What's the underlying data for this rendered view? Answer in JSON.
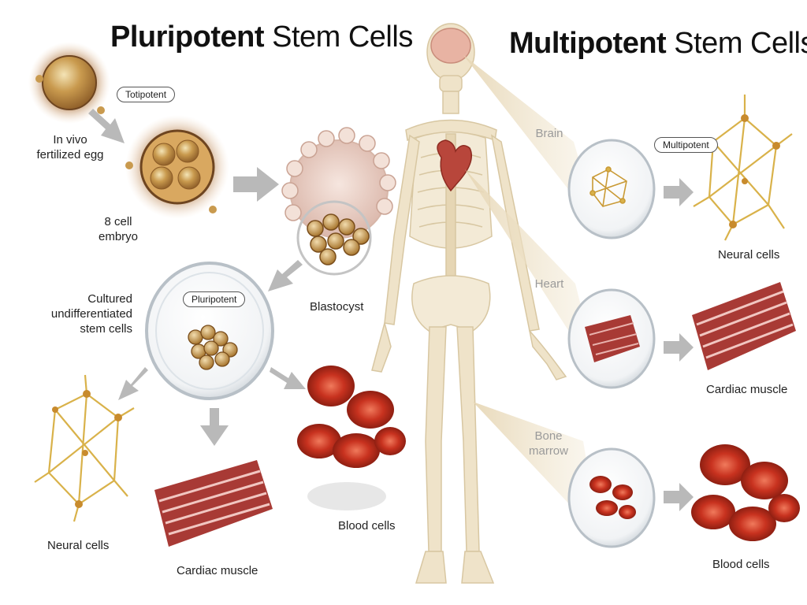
{
  "pluripotent": {
    "title_bold": "Pluripotent",
    "title_rest": "Stem Cells",
    "totipotent_tag": "Totipotent",
    "egg_label": [
      "In vivo",
      "fertilized egg"
    ],
    "embryo_label": [
      "8 cell",
      "embryo"
    ],
    "blastocyst_label": "Blastocyst",
    "cultured_label": [
      "Cultured",
      "undifferentiated",
      "stem cells"
    ],
    "pluripotent_tag": "Pluripotent",
    "neural_label": "Neural cells",
    "cardiac_label": "Cardiac muscle",
    "blood_label": "Blood cells"
  },
  "multipotent": {
    "title_bold": "Multipotent",
    "title_rest": "Stem Cells",
    "multipotent_tag": "Multipotent",
    "organs": {
      "brain": "Brain",
      "heart": "Heart",
      "marrow": [
        "Bone",
        "marrow"
      ]
    },
    "neural_label": "Neural cells",
    "cardiac_label": "Cardiac muscle",
    "blood_label": "Blood cells"
  },
  "colors": {
    "arrow": "#b9b9b9",
    "neural": "#d9b24a",
    "muscle": "#a83a35",
    "blood": "#c8321f",
    "skeleton": "#efe3c9",
    "dish_rim": "#cfd6dc"
  }
}
